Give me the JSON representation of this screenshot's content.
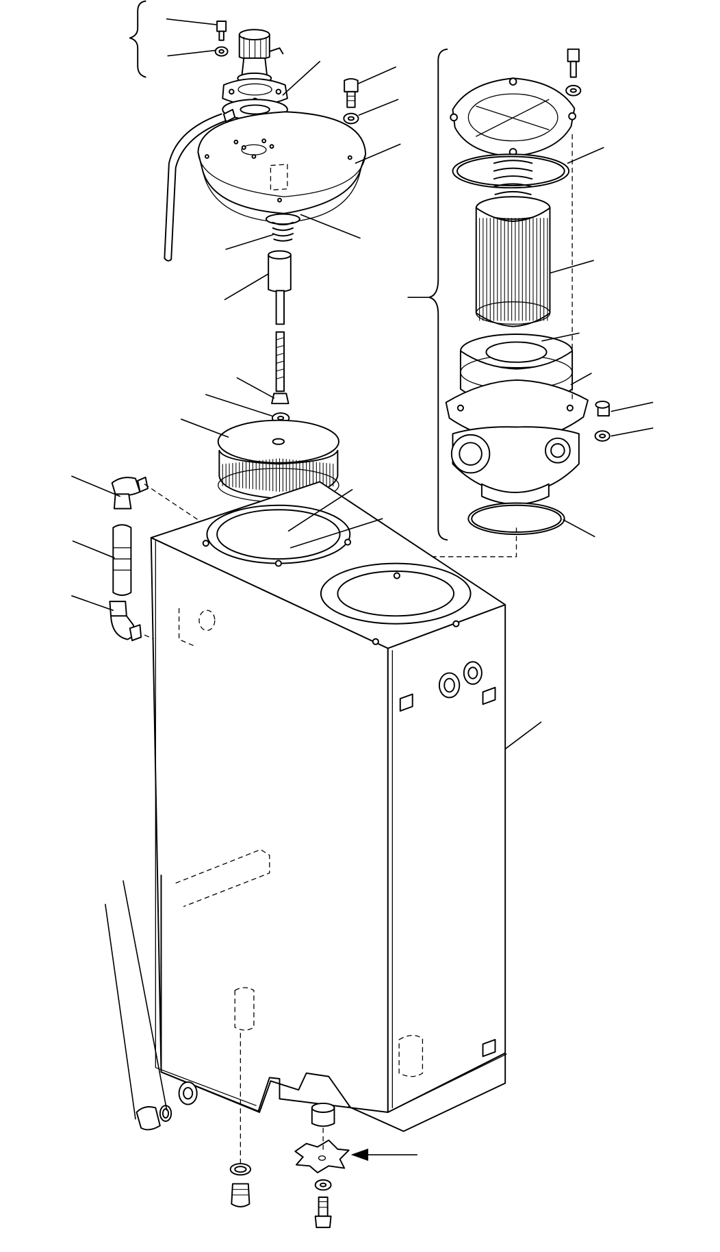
{
  "diagram": {
    "type": "exploded-parts-view",
    "subject": "hydraulic-oil-tank-assembly",
    "parts": [
      {
        "name": "tank-body-icon"
      },
      {
        "name": "breather-cap-icon"
      },
      {
        "name": "tank-cover-icon"
      },
      {
        "name": "suction-strainer-icon"
      },
      {
        "name": "return-filter-assembly-icon"
      },
      {
        "name": "filter-element-icon"
      },
      {
        "name": "level-gauge-icon"
      },
      {
        "name": "drain-plug-icon"
      },
      {
        "name": "vent-hose-icon"
      },
      {
        "name": "magnet-plate-icon"
      }
    ],
    "leader_count": 27,
    "colors": {
      "line": "#000000",
      "background": "#ffffff"
    }
  }
}
